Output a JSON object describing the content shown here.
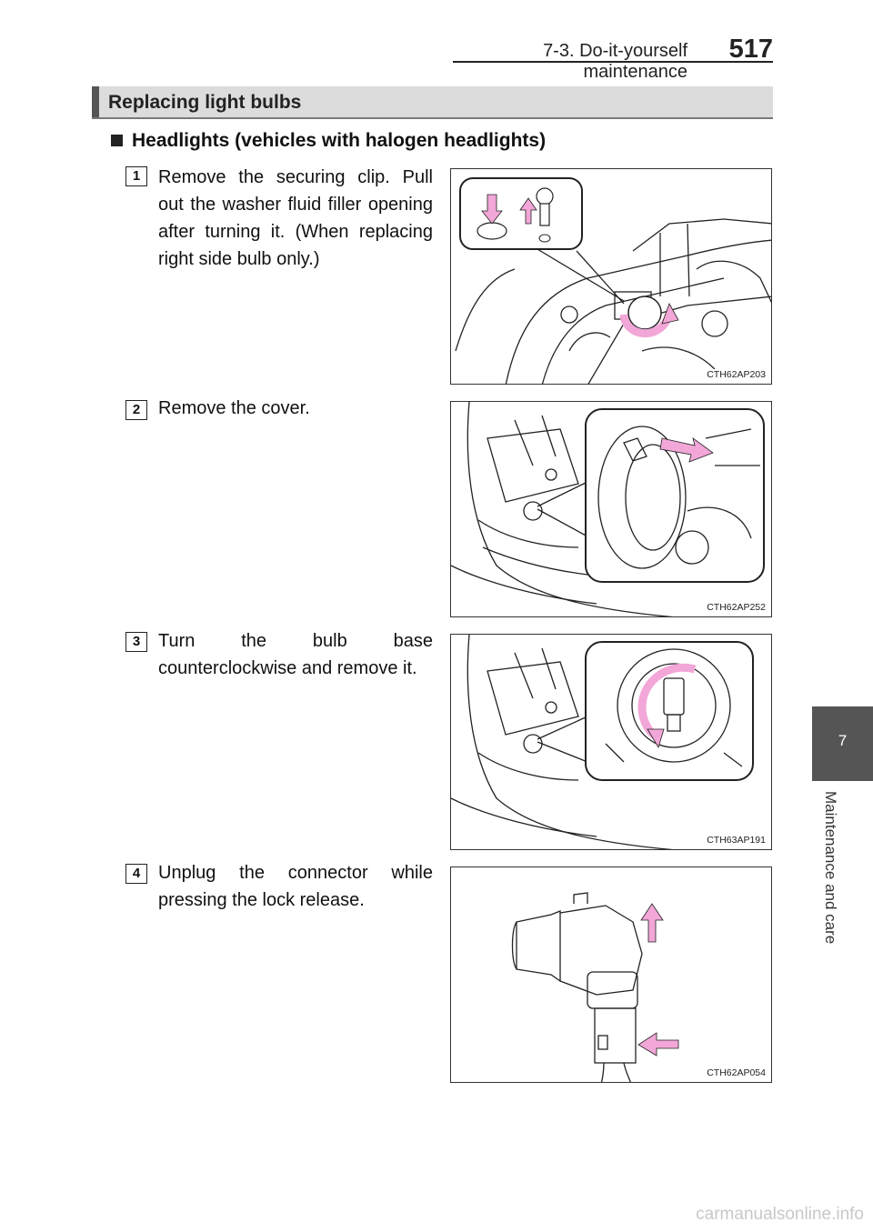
{
  "header": {
    "section": "7-3. Do-it-yourself maintenance",
    "page_number": "517"
  },
  "section_banner": {
    "title": "Replacing light bulbs"
  },
  "subheading": "Headlights (vehicles with halogen headlights)",
  "steps": [
    {
      "number": "1",
      "text": "Remove the securing clip. Pull out the washer fluid filler opening after turning it. (When replacing right side bulb only.)",
      "figure_code": "CTH62AP203"
    },
    {
      "number": "2",
      "text": "Remove the cover.",
      "figure_code": "CTH62AP252"
    },
    {
      "number": "3",
      "text": "Turn the bulb base counterclockwise and remove it.",
      "figure_code": "CTH63AP191"
    },
    {
      "number": "4",
      "text": "Unplug the connector while pressing the lock release.",
      "figure_code": "CTH62AP054"
    }
  ],
  "side_tab": {
    "chapter": "7",
    "label": "Maintenance and care"
  },
  "watermark": "carmanualsonline.info",
  "colors": {
    "arrow_pink": "#f2a7d8",
    "tab_gray": "#555555",
    "banner_gray": "#dcdcdc"
  }
}
